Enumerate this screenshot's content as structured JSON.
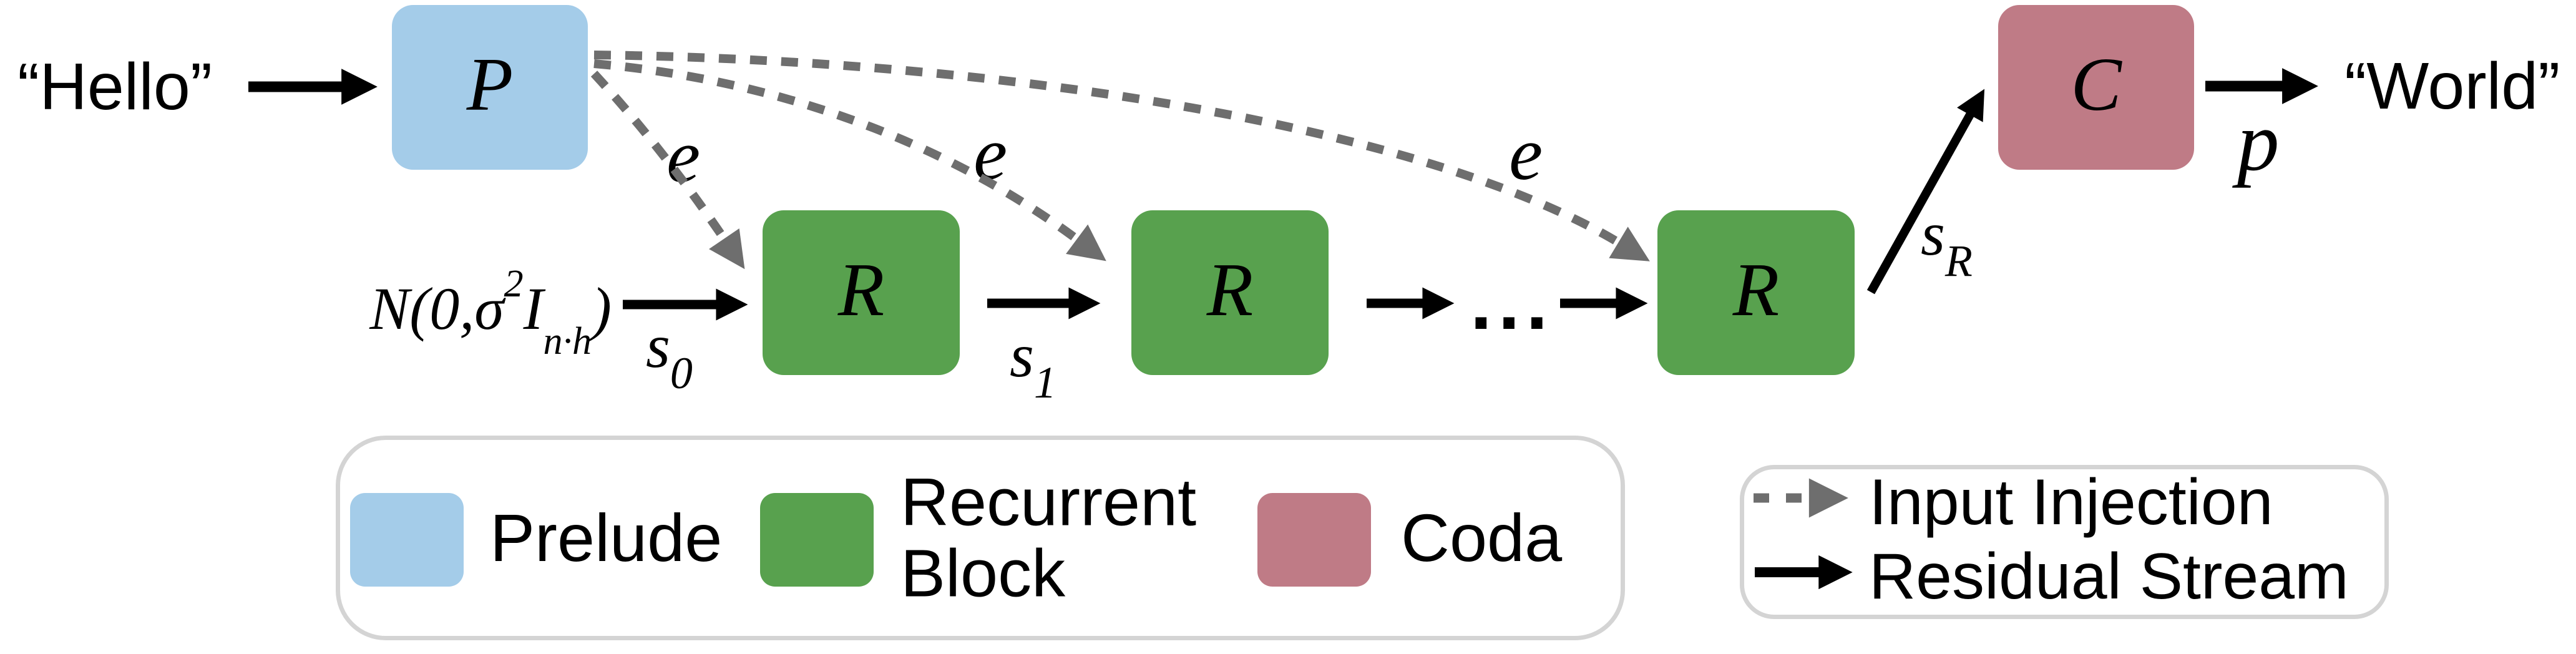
{
  "diagram": {
    "input_text": "“Hello”",
    "output_text": "“World”",
    "blocks": {
      "prelude": {
        "letter": "P",
        "name": "Prelude"
      },
      "recurrent1": {
        "letter": "R",
        "name": "Recurrent Block"
      },
      "recurrent2": {
        "letter": "R",
        "name": "Recurrent Block"
      },
      "recurrent3": {
        "letter": "R",
        "name": "Recurrent Block"
      },
      "coda": {
        "letter": "C",
        "name": "Coda"
      }
    },
    "noise_label": {
      "script_n": "N",
      "open_paren": "(0,",
      "sigma": "σ",
      "superscript": "2",
      "identity": "I",
      "subscript": "n·h",
      "close_paren": ")"
    },
    "state_labels": {
      "e": "e",
      "s0": {
        "base": "s",
        "sub": "0"
      },
      "s1": {
        "base": "s",
        "sub": "1"
      },
      "sR": {
        "base": "s",
        "sub": "R"
      },
      "p": "p"
    },
    "ellipsis": "..."
  },
  "legend_blocks": {
    "items": [
      {
        "label": "Prelude",
        "color": "#a4cce9"
      },
      {
        "label": "Recurrent Block",
        "color": "#58a14e"
      },
      {
        "label": "Coda",
        "color": "#bf7b86"
      }
    ]
  },
  "legend_arrows": {
    "items": [
      {
        "label": "Input Injection",
        "style": "dashed",
        "color": "#6e6e6e"
      },
      {
        "label": "Residual Stream",
        "style": "solid",
        "color": "#000000"
      }
    ]
  },
  "colors": {
    "prelude": "#a4cce9",
    "recurrent": "#58a14e",
    "coda": "#bf7b86",
    "injection_gray": "#6e6e6e",
    "legend_border": "#d4d4d4",
    "background": "#ffffff"
  }
}
